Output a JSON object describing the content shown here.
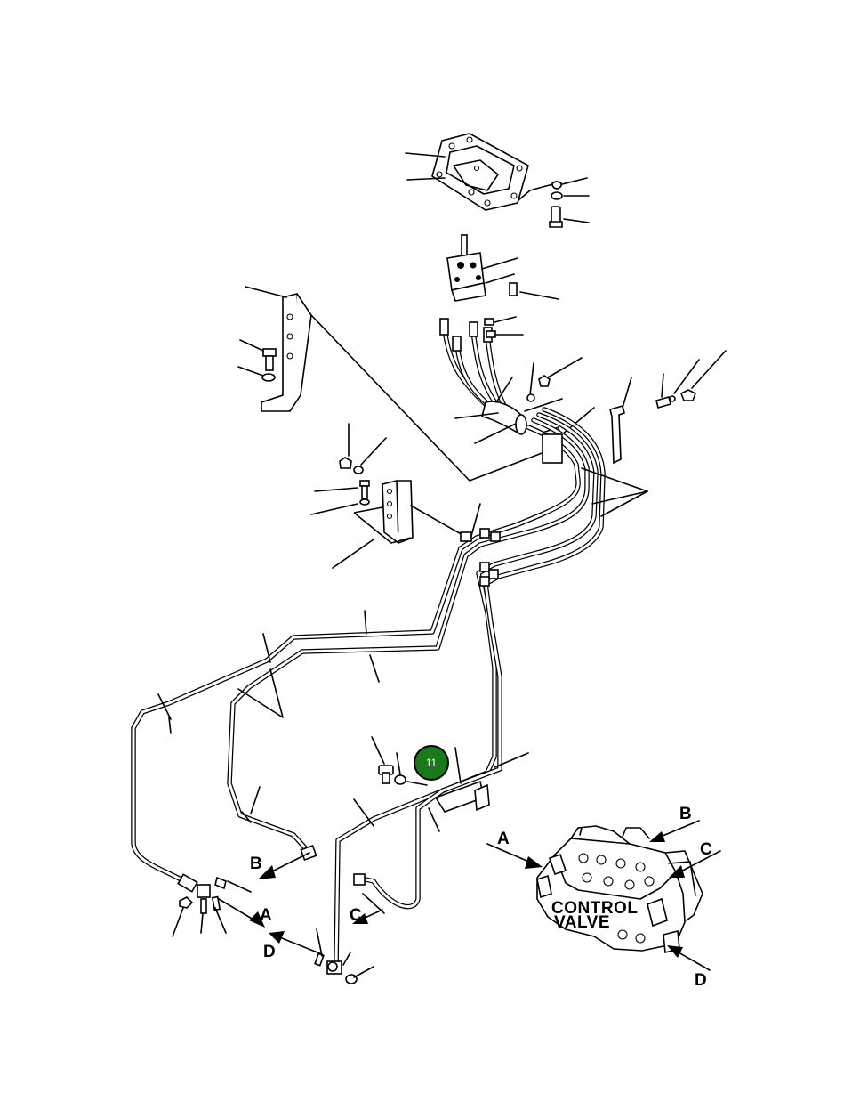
{
  "labels": {
    "a_main": "A",
    "b_main": "B",
    "c_main": "C",
    "d_main": "D",
    "a_valve": "A",
    "b_valve": "B",
    "c_valve": "C",
    "d_valve": "D",
    "control_valve_line1": "CONTROL",
    "control_valve_line2": "VALVE"
  },
  "callout": {
    "number": "11",
    "color": "#1a7a1a"
  }
}
